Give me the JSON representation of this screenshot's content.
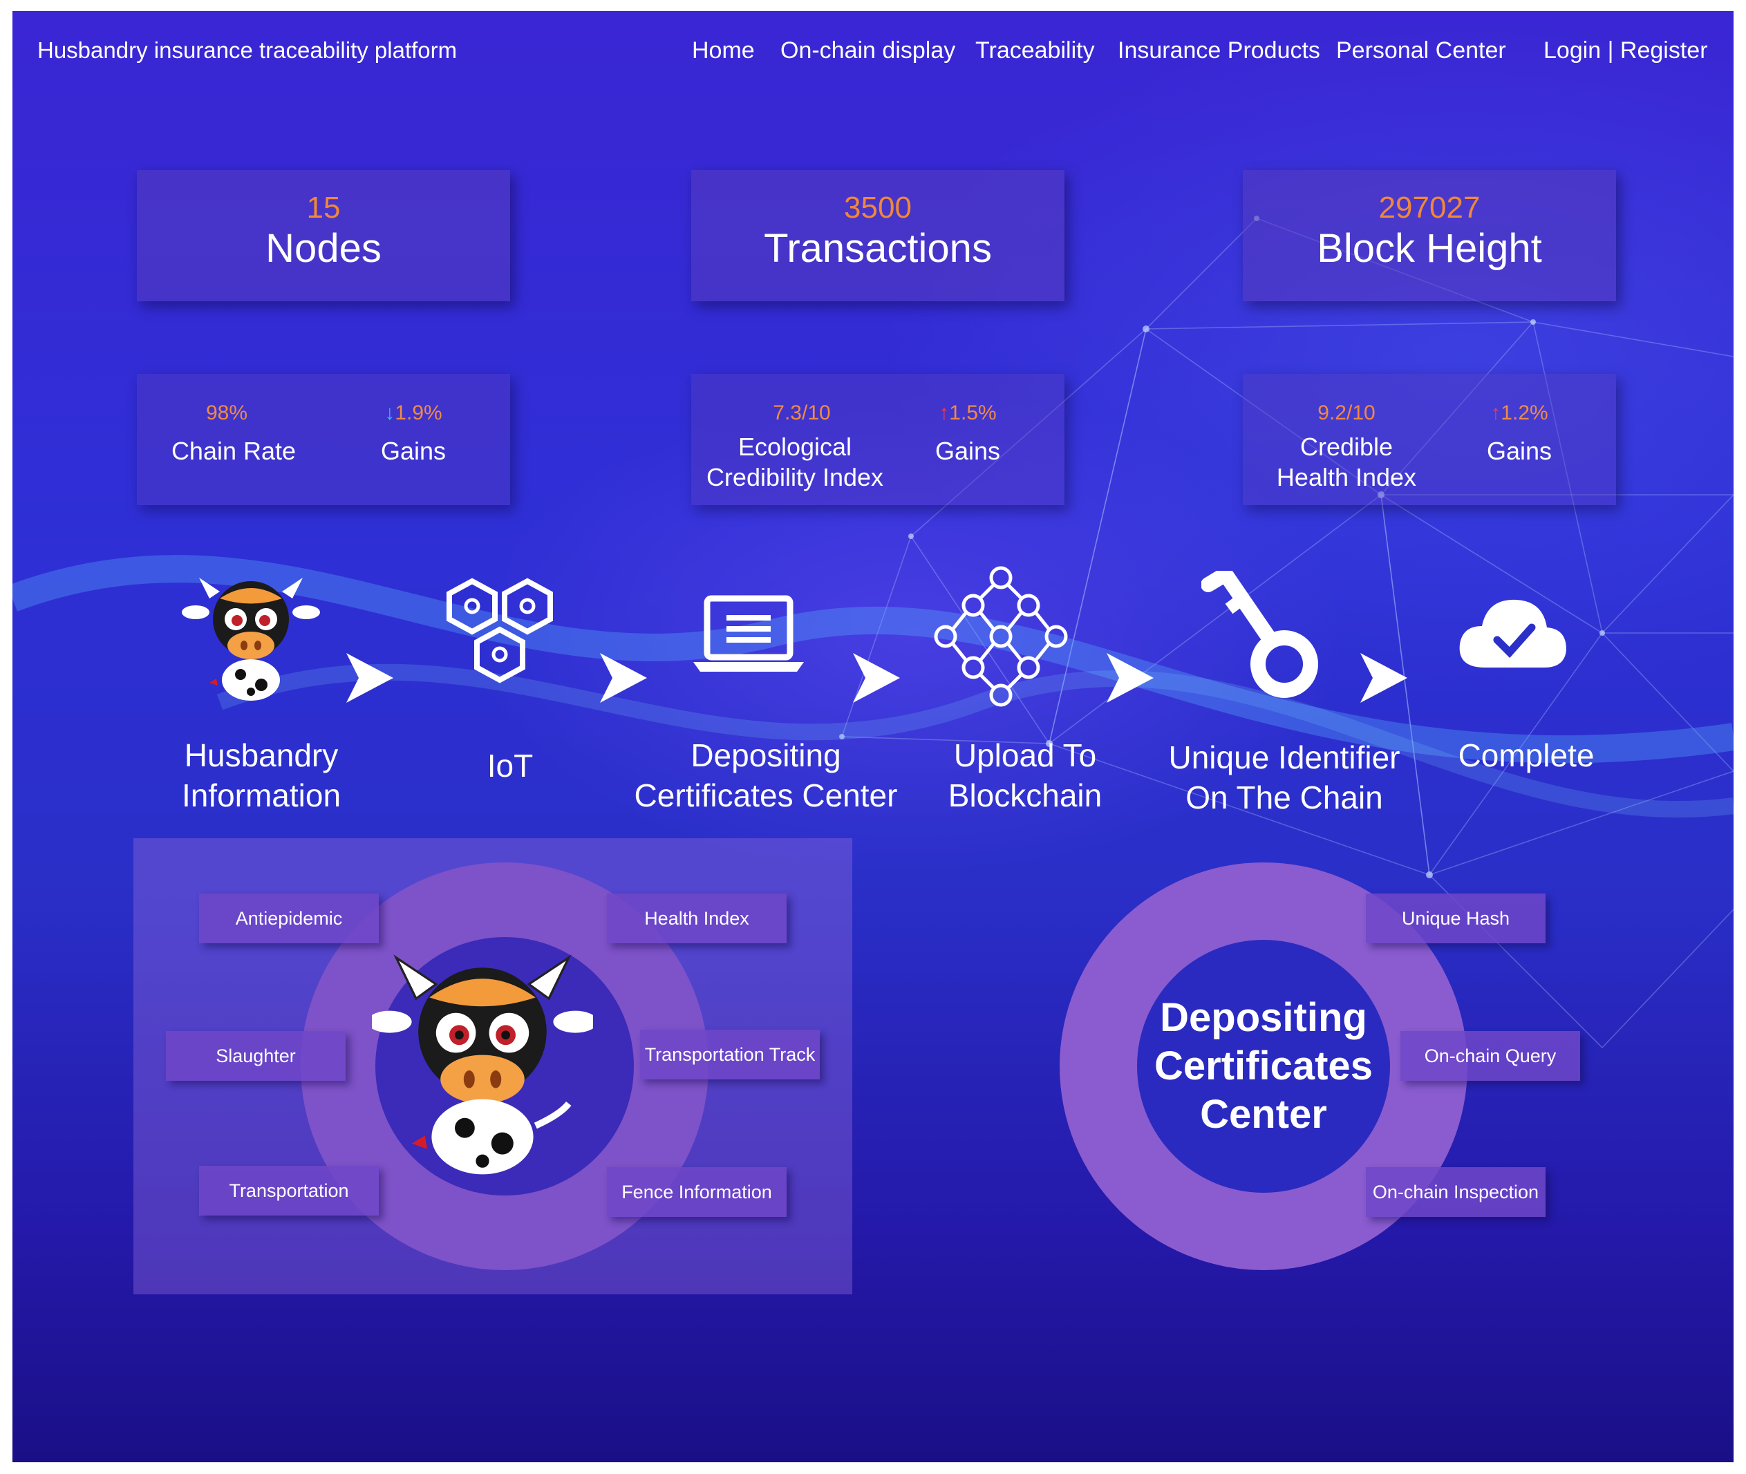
{
  "header": {
    "brand": "Husbandry insurance traceability platform",
    "nav": [
      {
        "label": "Home"
      },
      {
        "label": "On-chain display"
      },
      {
        "label": "Traceability"
      },
      {
        "label": "Insurance Products"
      },
      {
        "label": "Personal Center"
      }
    ],
    "auth": "Login | Register"
  },
  "stats": [
    {
      "value": "15",
      "label": "Nodes"
    },
    {
      "value": "3500",
      "label": "Transactions"
    },
    {
      "value": "297027",
      "label": "Block Height"
    }
  ],
  "indices": [
    {
      "value": "98%",
      "label": "Chain Rate",
      "gain_value": "1.9%",
      "gain_label": "Gains",
      "trend": "down"
    },
    {
      "value": "7.3/10",
      "label": "Ecological Credibility Index",
      "label_lines": [
        "Ecological",
        "Credibility Index"
      ],
      "gain_value": "1.5%",
      "gain_label": "Gains",
      "trend": "up"
    },
    {
      "value": "9.2/10",
      "label": "Credible Health Index",
      "label_lines": [
        "Credible",
        "Health Index"
      ],
      "gain_value": "1.2%",
      "gain_label": "Gains",
      "trend": "up"
    }
  ],
  "flow": [
    {
      "lines": [
        "Husbandry",
        "Information"
      ],
      "icon": "cow-mascot-icon"
    },
    {
      "lines": [
        "IoT"
      ],
      "icon": "hexagon-cluster-icon"
    },
    {
      "lines": [
        "Depositing",
        "Certificates Center"
      ],
      "icon": "laptop-icon"
    },
    {
      "lines": [
        "Upload To",
        "Blockchain"
      ],
      "icon": "chain-links-icon"
    },
    {
      "lines": [
        "Unique Identifier",
        "On The Chain"
      ],
      "icon": "key-icon"
    },
    {
      "lines": [
        "Complete"
      ],
      "icon": "cloud-check-icon"
    }
  ],
  "left_panel": {
    "tags": [
      "Antiepidemic",
      "Health Index",
      "Slaughter",
      "Transportation Track",
      "Transportation",
      "Fence Information"
    ]
  },
  "right_panel": {
    "center_lines": [
      "Depositing",
      "Certificates",
      "Center"
    ],
    "tags": [
      "Unique Hash",
      "On-chain Query",
      "On-chain Inspection"
    ]
  },
  "colors": {
    "accent_orange": "#f0883a",
    "trend_down": "#2fb8f0",
    "trend_up": "#f03a4a",
    "bg_top": "#3a26d4",
    "bg_bottom": "#1a0f86"
  }
}
